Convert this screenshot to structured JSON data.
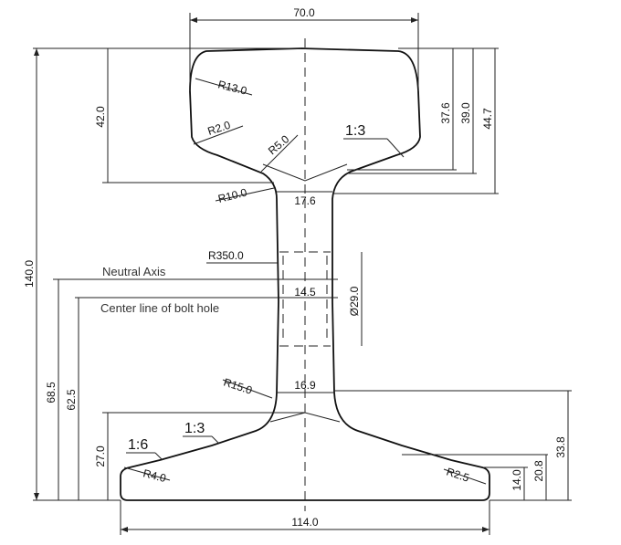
{
  "dimensions": {
    "head_width": "70.0",
    "height_total": "140.0",
    "head_height": "42.0",
    "r13": "R13.0",
    "r2": "R2.0",
    "r5": "R5.0",
    "r10": "R10.0",
    "web_top": "17.6",
    "r350": "R350.0",
    "web_mid": "14.5",
    "hole_dia": "Ø29.0",
    "r15": "R15.0",
    "web_bottom": "16.9",
    "ratio_head": "1:3",
    "ratio_foot_upper": "1:3",
    "ratio_foot_lower": "1:6",
    "r4": "R4.0",
    "r25": "R2.5",
    "base_width": "114.0",
    "d37_6": "37.6",
    "d39_0": "39.0",
    "d44_7": "44.7",
    "d68_5": "68.5",
    "d62_5": "62.5",
    "d27_0": "27.0",
    "d33_8": "33.8",
    "d20_8": "20.8",
    "d14_0": "14.0"
  },
  "labels": {
    "neutral_axis": "Neutral Axis",
    "bolt_center": "Center line of bolt hole"
  }
}
